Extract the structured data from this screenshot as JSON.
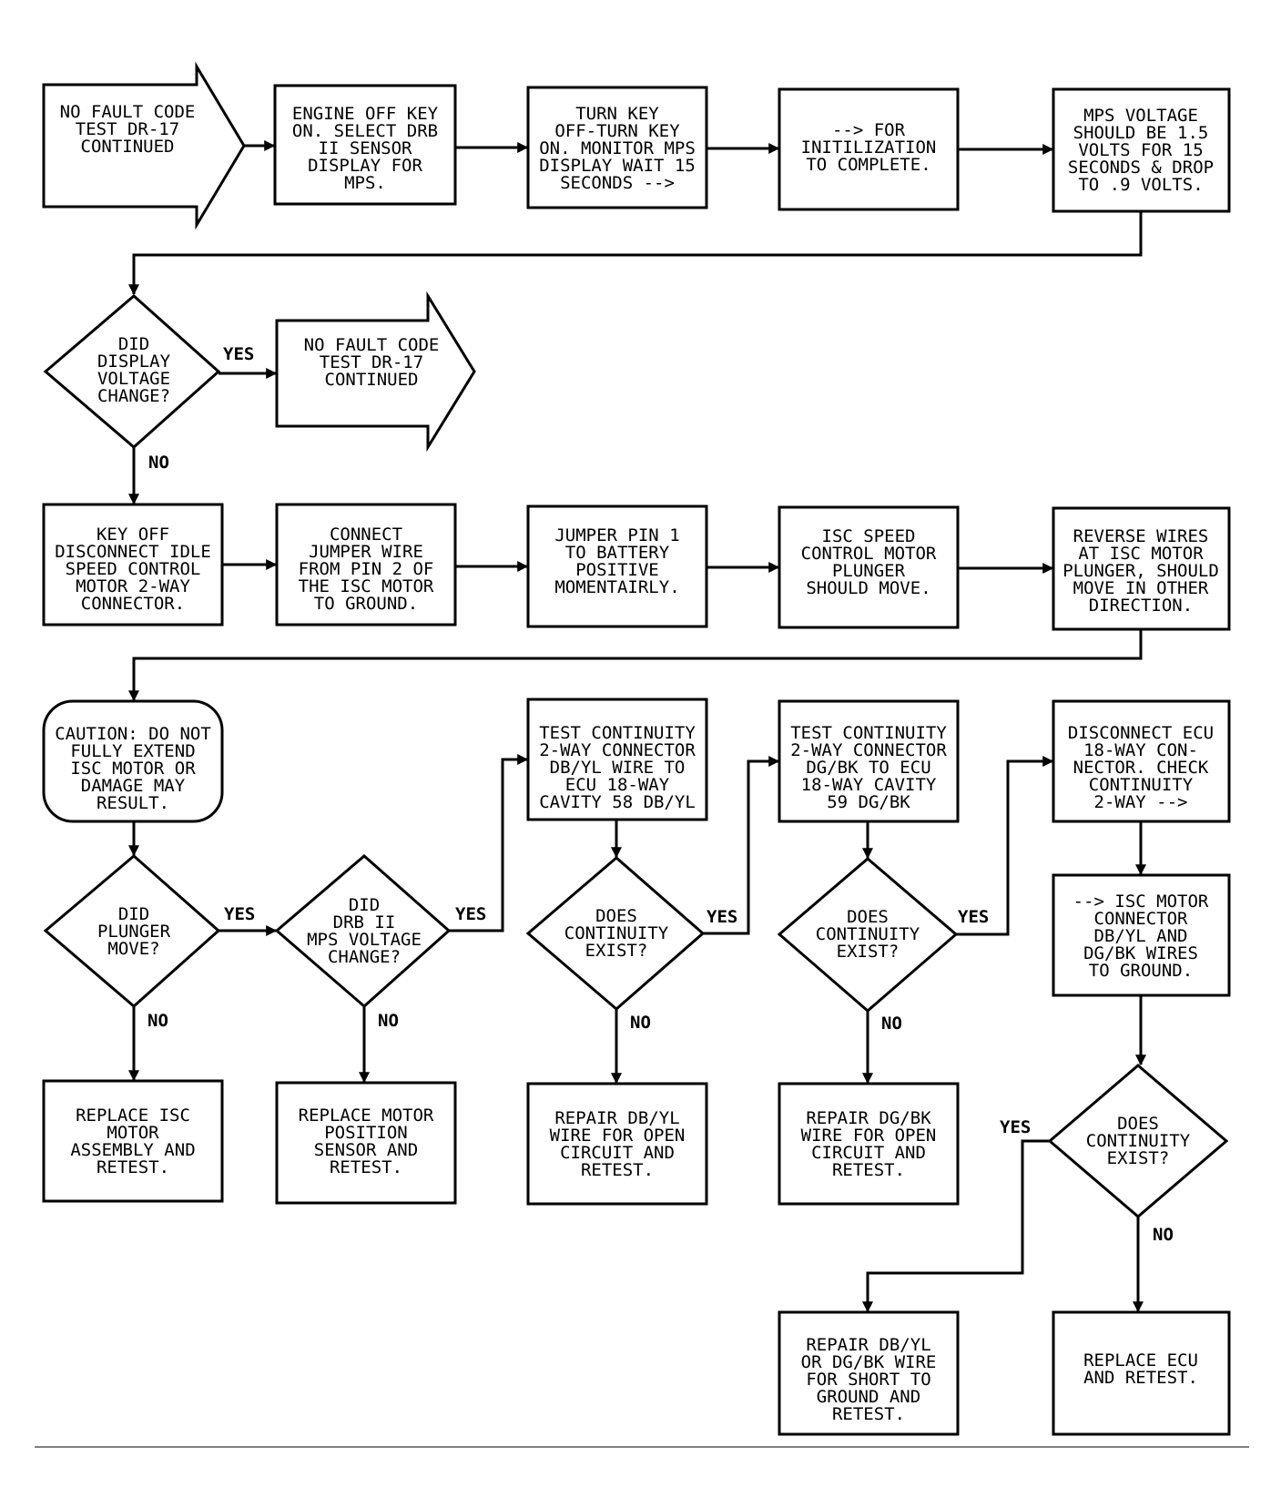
{
  "nodes": {
    "start_arrow": {
      "lines": [
        "NO FAULT CODE",
        "TEST DR-17",
        "CONTINUED"
      ]
    },
    "box_engine_off": {
      "lines": [
        "ENGINE OFF KEY",
        "ON. SELECT DRB",
        "II SENSOR",
        "DISPLAY FOR",
        "MPS."
      ]
    },
    "box_turn_key": {
      "lines": [
        "TURN KEY",
        "OFF-TURN KEY",
        "ON. MONITOR MPS",
        "DISPLAY WAIT 15",
        "SECONDS -->"
      ]
    },
    "box_initialization": {
      "lines": [
        "--> FOR",
        "INITILIZATION",
        "TO COMPLETE."
      ]
    },
    "box_mps_voltage": {
      "lines": [
        "MPS VOLTAGE",
        "SHOULD BE 1.5",
        "VOLTS FOR 15",
        "SECONDS & DROP",
        "TO .9 VOLTS."
      ]
    },
    "dec_display_voltage": {
      "lines": [
        "DID",
        "DISPLAY",
        "VOLTAGE",
        "CHANGE?"
      ]
    },
    "continued_arrow": {
      "lines": [
        "NO FAULT CODE",
        "TEST DR-17",
        "CONTINUED"
      ]
    },
    "box_key_off": {
      "lines": [
        "KEY OFF",
        "DISCONNECT IDLE",
        "SPEED CONTROL",
        "MOTOR 2-WAY",
        "CONNECTOR."
      ]
    },
    "box_connect_jumper": {
      "lines": [
        "CONNECT",
        "JUMPER WIRE",
        "FROM PIN 2 OF",
        "THE ISC MOTOR",
        "TO GROUND."
      ]
    },
    "box_jumper_pin1": {
      "lines": [
        "JUMPER PIN 1",
        "TO BATTERY",
        "POSITIVE",
        "MOMENTAIRLY."
      ]
    },
    "box_plunger_move": {
      "lines": [
        "ISC SPEED",
        "CONTROL MOTOR",
        "PLUNGER",
        "SHOULD MOVE."
      ]
    },
    "box_reverse_wires": {
      "lines": [
        "REVERSE WIRES",
        "AT ISC MOTOR",
        "PLUNGER, SHOULD",
        "MOVE IN OTHER",
        "DIRECTION."
      ]
    },
    "caution": {
      "lines": [
        "CAUTION: DO NOT",
        "FULLY EXTEND",
        "ISC MOTOR OR",
        "DAMAGE MAY",
        "RESULT."
      ]
    },
    "box_test_dbyl": {
      "lines": [
        "TEST CONTINUITY",
        "2-WAY CONNECTOR",
        "DB/YL WIRE TO",
        "ECU 18-WAY",
        "CAVITY 58 DB/YL"
      ]
    },
    "box_test_dgbk": {
      "lines": [
        "TEST CONTINUITY",
        "2-WAY CONNECTOR",
        "DG/BK TO ECU",
        "18-WAY CAVITY",
        "59 DG/BK"
      ]
    },
    "box_disconnect_ecu": {
      "lines": [
        "DISCONNECT ECU",
        "18-WAY CON-",
        "NECTOR. CHECK",
        "CONTINUITY",
        "2-WAY -->"
      ]
    },
    "dec_plunger": {
      "lines": [
        "DID",
        "PLUNGER",
        "MOVE?"
      ]
    },
    "dec_drb_mps": {
      "lines": [
        "DID",
        "DRB II",
        "MPS VOLTAGE",
        "CHANGE?"
      ]
    },
    "dec_cont_1": {
      "lines": [
        "DOES",
        "CONTINUITY",
        "EXIST?"
      ]
    },
    "dec_cont_2": {
      "lines": [
        "DOES",
        "CONTINUITY",
        "EXIST?"
      ]
    },
    "box_isc_connector": {
      "lines": [
        "--> ISC MOTOR",
        "CONNECTOR",
        "DB/YL AND",
        "DG/BK WIRES",
        "TO GROUND."
      ]
    },
    "box_replace_isc": {
      "lines": [
        "REPLACE ISC",
        "MOTOR",
        "ASSEMBLY AND",
        "RETEST."
      ]
    },
    "box_replace_mps": {
      "lines": [
        "REPLACE MOTOR",
        "POSITION",
        "SENSOR AND",
        "RETEST."
      ]
    },
    "box_repair_dbyl": {
      "lines": [
        "REPAIR DB/YL",
        "WIRE FOR OPEN",
        "CIRCUIT AND",
        "RETEST."
      ]
    },
    "box_repair_dgbk": {
      "lines": [
        "REPAIR DG/BK",
        "WIRE FOR OPEN",
        "CIRCUIT AND",
        "RETEST."
      ]
    },
    "dec_cont_3": {
      "lines": [
        "DOES",
        "CONTINUITY",
        "EXIST?"
      ]
    },
    "box_repair_short": {
      "lines": [
        "REPAIR DB/YL",
        "OR DG/BK WIRE",
        "FOR SHORT TO",
        "GROUND AND",
        "RETEST."
      ]
    },
    "box_replace_ecu": {
      "lines": [
        "REPLACE ECU",
        "AND RETEST."
      ]
    }
  },
  "edge_labels": {
    "yes_1": "YES",
    "no_1": "NO",
    "yes_2": "YES",
    "yes_3": "YES",
    "yes_4": "YES",
    "yes_5": "YES",
    "no_2": "NO",
    "no_3": "NO",
    "no_4": "NO",
    "no_5": "NO",
    "yes_6": "YES",
    "no_6": "NO"
  }
}
